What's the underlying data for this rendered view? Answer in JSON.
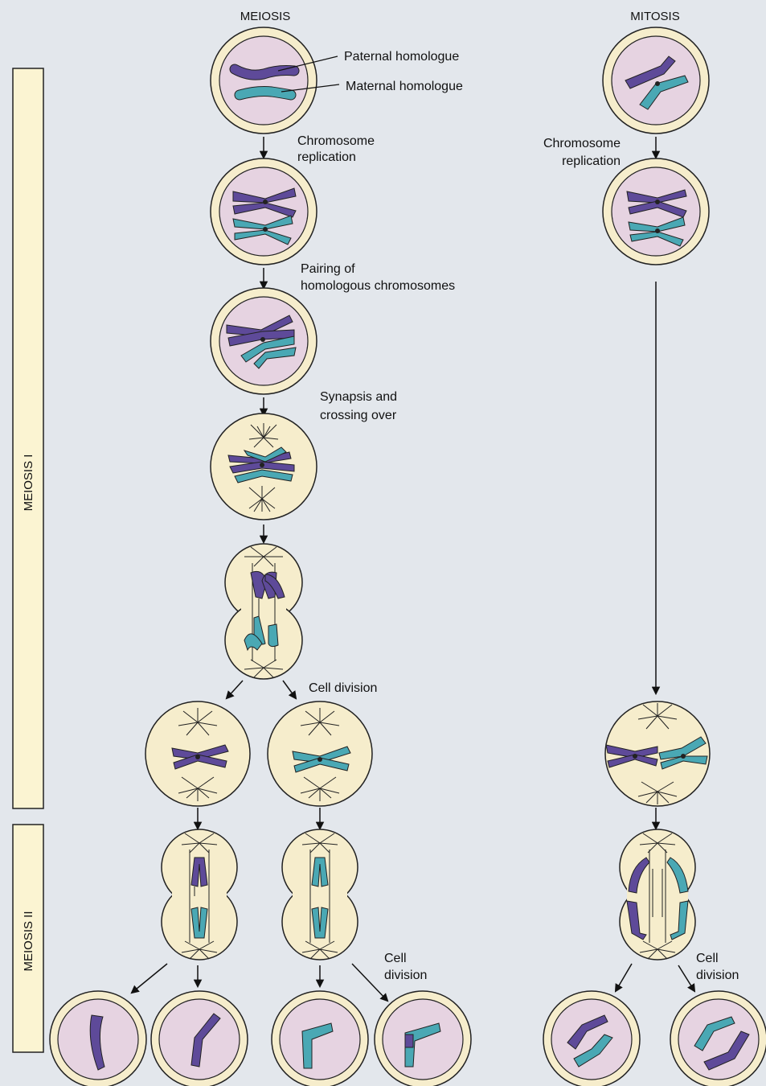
{
  "titles": {
    "meiosis": "MEIOSIS",
    "mitosis": "MITOSIS"
  },
  "phase_bars": {
    "meiosis_1": "MEIOSIS I",
    "meiosis_2": "MEIOSIS II"
  },
  "labels": {
    "paternal": "Paternal homologue",
    "maternal": "Maternal homologue",
    "replication_1": "Chromosome",
    "replication_2": "replication",
    "pairing_1": "Pairing of",
    "pairing_2": "homologous chromosomes",
    "synapsis_1": "Synapsis and",
    "synapsis_2": "crossing over",
    "cell_division": "Cell division",
    "mitosis_replication_1": "Chromosome",
    "mitosis_replication_2": "replication",
    "cell_division_2a": "Cell",
    "cell_division_2b": "division",
    "cell_division_3a": "Cell",
    "cell_division_3b": "division"
  },
  "colors": {
    "background": "#e3e7ec",
    "cell_membrane": "#f6edcc",
    "nucleus": "#e6d3e1",
    "paternal_chromosome": "#5e4a99",
    "maternal_chromosome": "#4aa8b4",
    "phase_bar": "#fbf4d2"
  }
}
